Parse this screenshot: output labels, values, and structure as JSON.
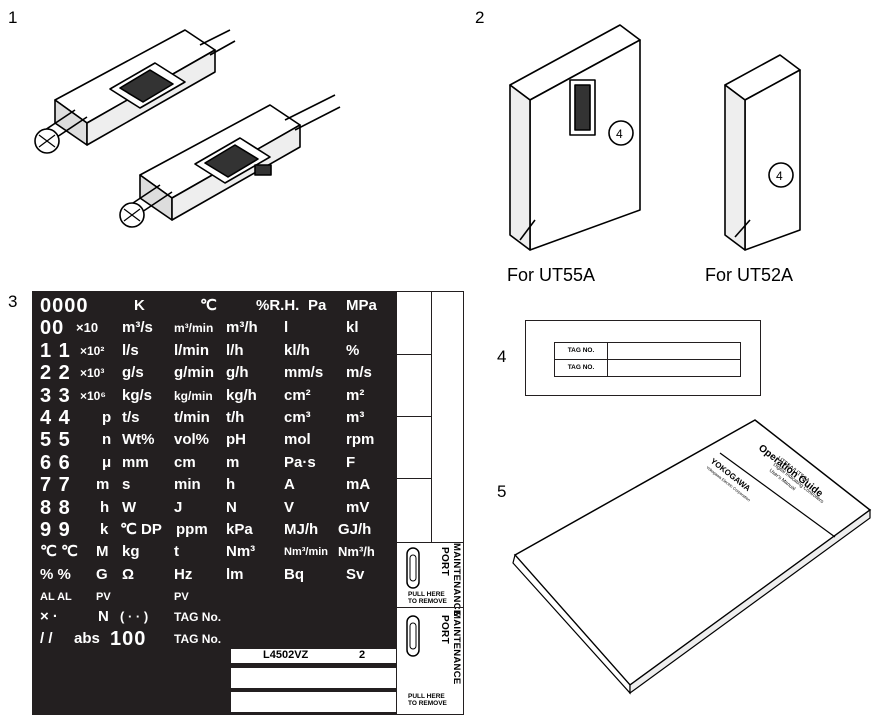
{
  "labels": {
    "item1": "1",
    "item2": "2",
    "item3": "3",
    "item4": "4",
    "item5": "5",
    "for_ut55a": "For UT55A",
    "for_ut52a": "For UT52A"
  },
  "sticker_sheet": {
    "rows": [
      [
        "0000",
        "K",
        "℃",
        "%R.H.",
        "Pa",
        "MPa"
      ],
      [
        "00",
        "×10",
        "m³/s",
        "m³/min",
        "m³/h",
        "l",
        "kl"
      ],
      [
        "1 1",
        "×10²",
        "l/s",
        "l/min",
        "l/h",
        "kl/h",
        "%"
      ],
      [
        "2 2",
        "×10³",
        "g/s",
        "g/min",
        "g/h",
        "mm/s",
        "m/s"
      ],
      [
        "3 3",
        "×10⁶",
        "kg/s",
        "kg/min",
        "kg/h",
        "cm²",
        "m²"
      ],
      [
        "4 4",
        "p",
        "t/s",
        "t/min",
        "t/h",
        "cm³",
        "m³"
      ],
      [
        "5 5",
        "n",
        "Wt%",
        "vol%",
        "pH",
        "mol",
        "rpm"
      ],
      [
        "6 6",
        "μ",
        "mm",
        "cm",
        "m",
        "Pa·s",
        "F"
      ],
      [
        "7 7",
        "m",
        "s",
        "min",
        "h",
        "A",
        "mA"
      ],
      [
        "8 8",
        "h",
        "W",
        "J",
        "N",
        "V",
        "mV"
      ],
      [
        "9 9",
        "k",
        "℃ DP",
        "ppm",
        "kPa",
        "MJ/h",
        "GJ/h"
      ],
      [
        "℃ ℃",
        "M",
        "kg",
        "t",
        "Nm³",
        "Nm³/min",
        "Nm³/h"
      ],
      [
        "% %",
        "G",
        "Ω",
        "Hz",
        "lm",
        "Bq",
        "Sv"
      ],
      [
        "AL AL",
        "PV",
        "",
        "PV"
      ],
      [
        "× ·",
        "N",
        "( · · )",
        "TAG No."
      ],
      [
        "/ /",
        "abs",
        "100",
        "TAG No."
      ]
    ],
    "part_code": "L4502VZ",
    "part_qty": "2",
    "maintenance_label": "MAINTENANCE",
    "port_label": "PORT",
    "pull_label": "PULL HERE TO REMOVE"
  },
  "tag_sticker": {
    "rows": [
      "TAG NO.",
      "TAG NO."
    ]
  },
  "manual": {
    "title": "Operation Guide",
    "brand": "YOKOGAWA",
    "brand_sub": "Yokogawa Electric Corporation",
    "product": "UT55A/UT52A",
    "subtitle": "Digital Indicating Controllers",
    "doc": "User's Manual"
  }
}
